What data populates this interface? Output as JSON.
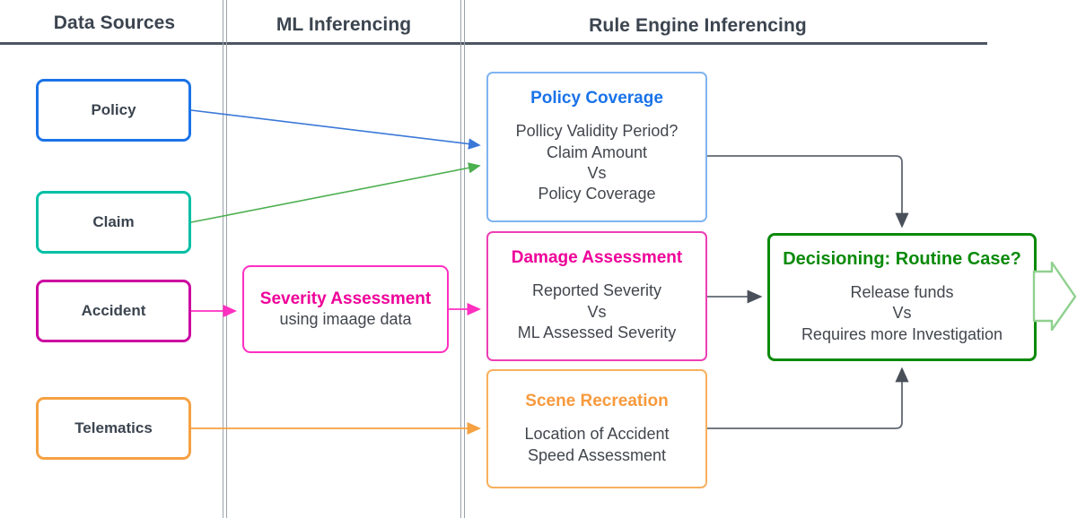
{
  "lanes": [
    {
      "id": "data-sources",
      "label": "Data Sources"
    },
    {
      "id": "ml-inferencing",
      "label": "ML Inferencing"
    },
    {
      "id": "rule-engine",
      "label": "Rule Engine Inferencing"
    }
  ],
  "sources": [
    {
      "id": "policy",
      "label": "Policy",
      "color": "#1a73e8"
    },
    {
      "id": "claim",
      "label": "Claim",
      "color": "#00bfa5"
    },
    {
      "id": "accident",
      "label": "Accident",
      "color": "#cc00a0"
    },
    {
      "id": "telematics",
      "label": "Telematics",
      "color": "#f5a142"
    }
  ],
  "ml": {
    "severity": {
      "title": "Severity Assessment",
      "body": "using imaage data",
      "color": "#ff2fc0"
    }
  },
  "rules": [
    {
      "id": "policy-coverage",
      "title": "Policy Coverage",
      "body": "Pollicy Validity Period?\nClaim Amount\nVs\nPolicy Coverage",
      "color": "#1a73e8",
      "border": "#7fb4f0"
    },
    {
      "id": "damage-assessment",
      "title": "Damage Assessment",
      "body": "Reported Severity\nVs\nML Assessed Severity",
      "color": "#ee0099",
      "border": "#ee3fb5"
    },
    {
      "id": "scene-recreation",
      "title": "Scene Recreation",
      "body": "Location of Accident\nSpeed Assessment",
      "color": "#f79a3c",
      "border": "#f8b05e"
    }
  ],
  "decision": {
    "id": "decisioning",
    "title": "Decisioning: Routine Case?",
    "body": "Release funds\nVs\nRequires more Investigation",
    "color": "#0a8a0a",
    "border": "#0a8a0a"
  },
  "output_arrow": {
    "id": "output-arrow",
    "color": "#8fd18f"
  },
  "connectors": [
    {
      "id": "policy-to-coverage",
      "color": "#3b78d8"
    },
    {
      "id": "claim-to-coverage",
      "color": "#4caf50"
    },
    {
      "id": "accident-to-severity",
      "color": "#ff2fc0"
    },
    {
      "id": "severity-to-damage",
      "color": "#ff2fc0"
    },
    {
      "id": "telematics-to-scene",
      "color": "#f5a142"
    },
    {
      "id": "coverage-to-decision",
      "color": "#5f6771"
    },
    {
      "id": "damage-to-decision",
      "color": "#5f6771"
    },
    {
      "id": "scene-to-decision",
      "color": "#5f6771"
    }
  ],
  "palette": {
    "rule_text": "#42464d",
    "lane_title": "#3b444f",
    "lane_line": "#4d5562",
    "lane_divider": "#9aa2ab"
  }
}
